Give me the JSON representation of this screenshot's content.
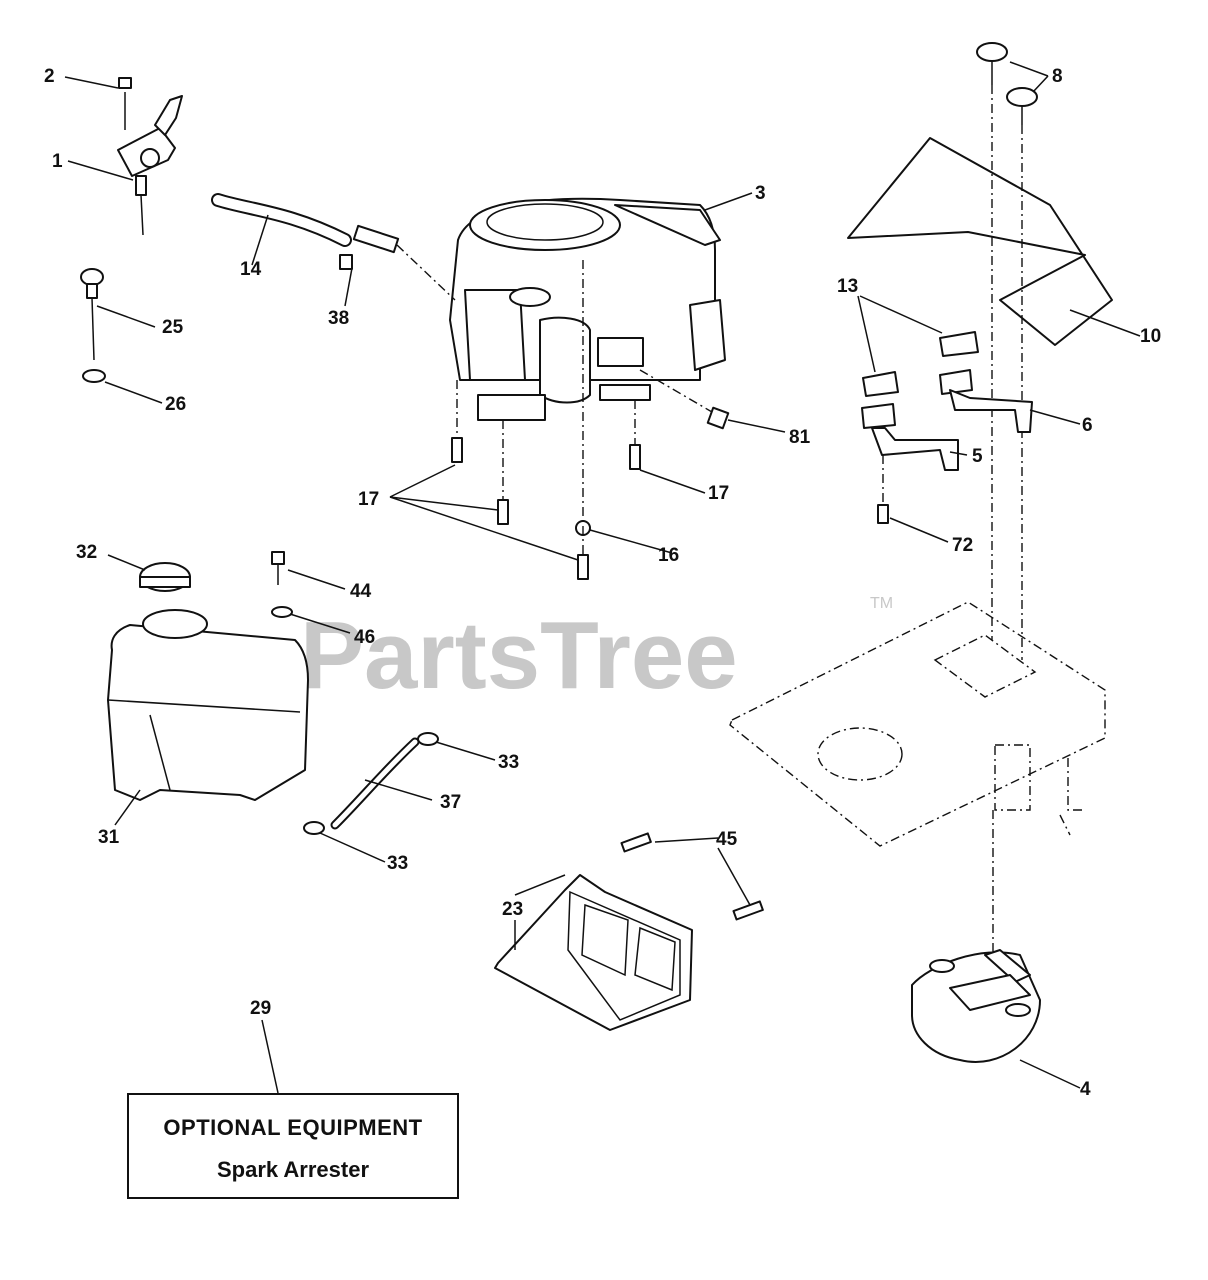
{
  "watermark": {
    "brand": "PartsTree",
    "trademark": "TM"
  },
  "optional_box": {
    "line1": "OPTIONAL EQUIPMENT",
    "line2": "Spark Arrester"
  },
  "callouts": [
    {
      "id": "c1",
      "label": "1"
    },
    {
      "id": "c2",
      "label": "2"
    },
    {
      "id": "c3",
      "label": "3"
    },
    {
      "id": "c4",
      "label": "4"
    },
    {
      "id": "c5",
      "label": "5"
    },
    {
      "id": "c6",
      "label": "6"
    },
    {
      "id": "c8",
      "label": "8"
    },
    {
      "id": "c10",
      "label": "10"
    },
    {
      "id": "c13",
      "label": "13"
    },
    {
      "id": "c14",
      "label": "14"
    },
    {
      "id": "c16",
      "label": "16"
    },
    {
      "id": "c17a",
      "label": "17"
    },
    {
      "id": "c17b",
      "label": "17"
    },
    {
      "id": "c23",
      "label": "23"
    },
    {
      "id": "c25",
      "label": "25"
    },
    {
      "id": "c26",
      "label": "26"
    },
    {
      "id": "c29",
      "label": "29"
    },
    {
      "id": "c31",
      "label": "31"
    },
    {
      "id": "c32",
      "label": "32"
    },
    {
      "id": "c33a",
      "label": "33"
    },
    {
      "id": "c33b",
      "label": "33"
    },
    {
      "id": "c37",
      "label": "37"
    },
    {
      "id": "c38",
      "label": "38"
    },
    {
      "id": "c44",
      "label": "44"
    },
    {
      "id": "c45",
      "label": "45"
    },
    {
      "id": "c46",
      "label": "46"
    },
    {
      "id": "c72",
      "label": "72"
    },
    {
      "id": "c81",
      "label": "81"
    }
  ]
}
